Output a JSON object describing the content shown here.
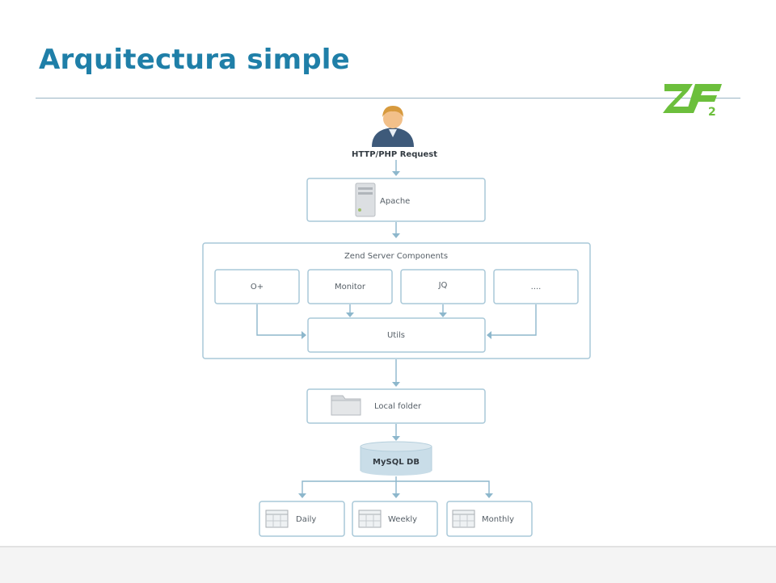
{
  "slide": {
    "title": "Arquitectura simple"
  },
  "logo": {
    "letter": "ZF",
    "version": "2",
    "color": "#6cbf3c"
  },
  "diagram": {
    "request_label": "HTTP/PHP Request",
    "apache_label": "Apache",
    "group_label": "Zend Server Components",
    "components": [
      "O+",
      "Monitor",
      "JQ",
      "...."
    ],
    "utils_label": "Utils",
    "folder_label": "Local folder",
    "db_label": "MySQL DB",
    "reports": [
      "Daily",
      "Weekly",
      "Monthly"
    ]
  },
  "colors": {
    "title": "#1f7fa8",
    "connector": "#8db7cc",
    "box_border": "#a9c8d8",
    "db_fill": "#c9dde8"
  }
}
